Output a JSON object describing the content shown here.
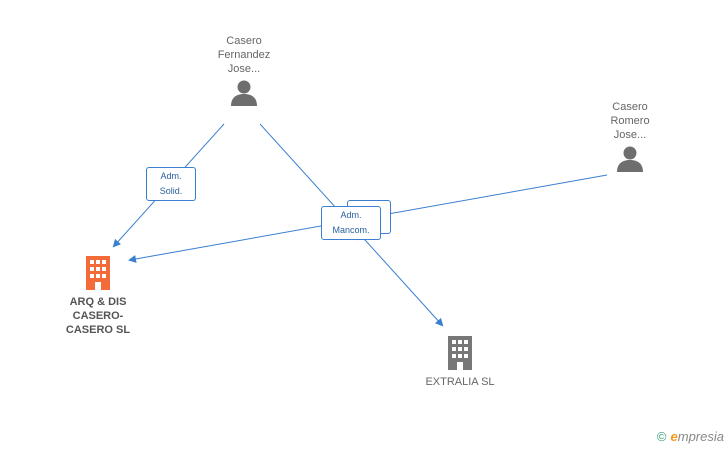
{
  "nodes": {
    "person1": {
      "label": "Casero\nFernandez\nJose...",
      "icon": "person-icon"
    },
    "person2": {
      "label": "Casero\nRomero\nJose...",
      "icon": "person-icon"
    },
    "company1": {
      "label": "ARQ & DIS\nCASERO-\nCASERO SL",
      "icon": "building-icon",
      "color": "#f26b38"
    },
    "company2": {
      "label": "EXTRALIA SL",
      "icon": "building-icon",
      "color": "#777777"
    }
  },
  "edges": {
    "solid_label": "Adm.\nSolid.",
    "mancom_label": "Adm.\nMancom."
  },
  "colors": {
    "edge": "#3a7fd0"
  },
  "brand": {
    "copyright": "©",
    "first_letter": "e",
    "rest": "mpresia"
  }
}
